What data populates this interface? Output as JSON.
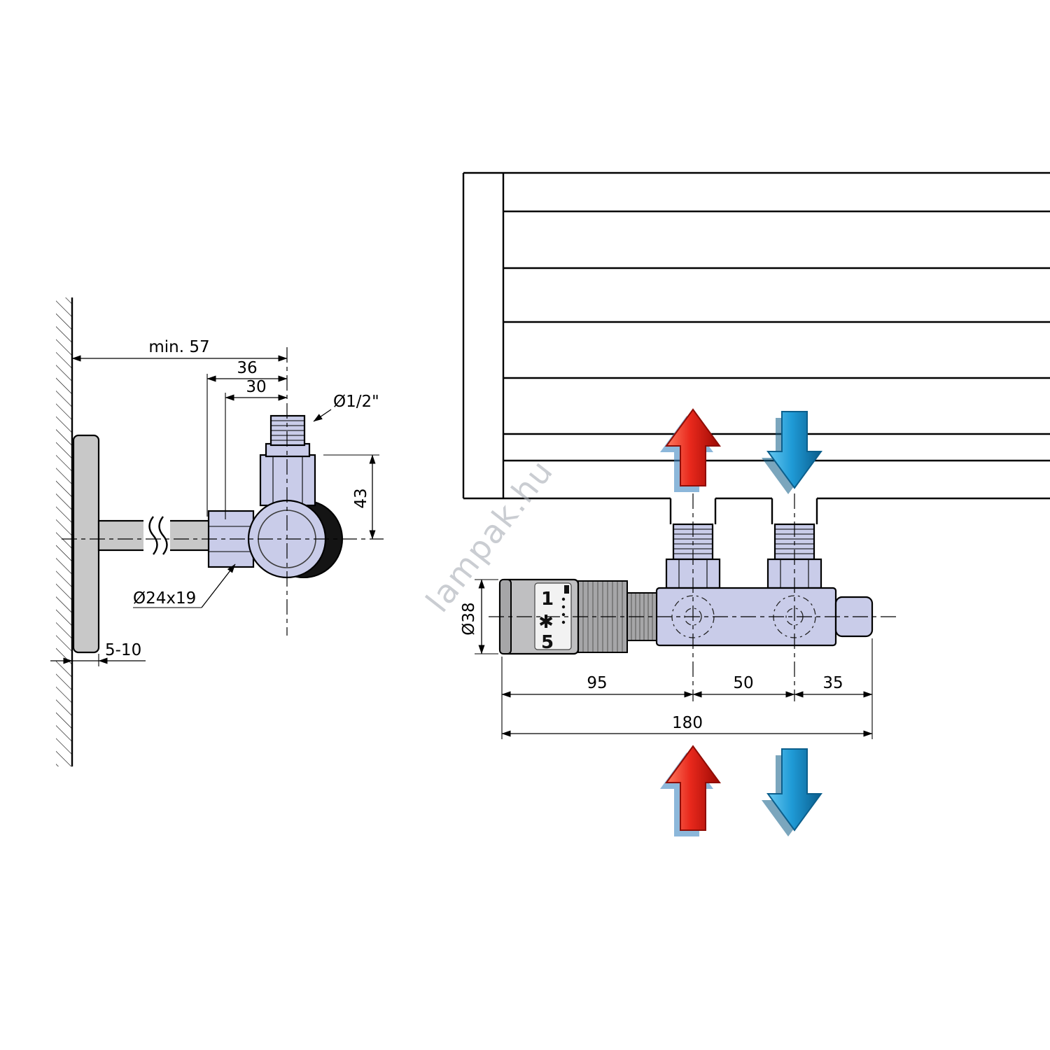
{
  "watermark": "lampak.hu",
  "left": {
    "dim_min57": "min. 57",
    "dim_36": "36",
    "dim_30": "30",
    "dim_half": "Ø1/2\"",
    "dim_43": "43",
    "dim_nut": "Ø24x19",
    "dim_wall_gap": "5-10"
  },
  "right": {
    "dim_head_dia": "Ø38",
    "dim_95": "95",
    "dim_50": "50",
    "dim_35": "35",
    "dim_180": "180",
    "head_scale_max": "1",
    "head_scale_frost": "✱",
    "head_scale_min": "5"
  },
  "colors": {
    "valve-fill": "#c9cce9",
    "metal-fill": "#c8c8c8",
    "head-fill": "#bfbfc1",
    "head-dark": "#a6a6a8",
    "arrow-red": "#e8281c",
    "arrow-red-dark": "#8f0d06",
    "arrow-blue": "#1f9ad6",
    "arrow-blue-dark": "#0c5f8c",
    "line": "#000000",
    "watermark": "#a8adb5"
  }
}
